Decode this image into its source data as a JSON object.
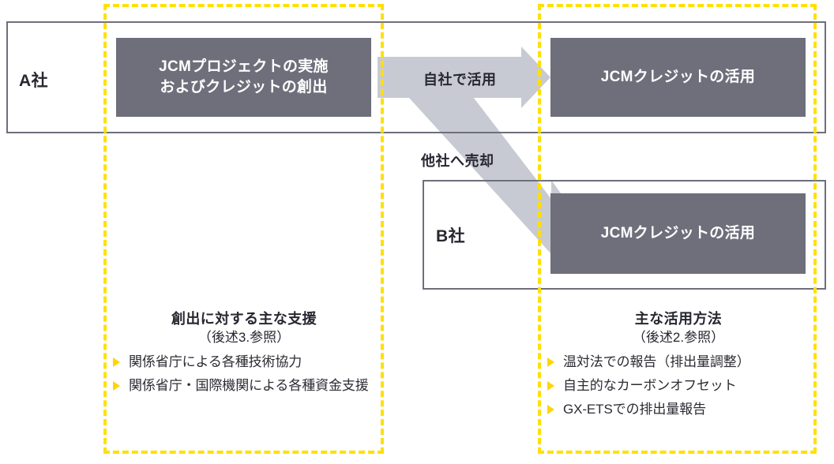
{
  "diagram": {
    "colors": {
      "box_fill": "#6E6F7B",
      "frame_border": "#6E6F7B",
      "dashed_region": "#FFE000",
      "bullet_marker": "#FFD500",
      "arrow_fill": "#C8CAD3",
      "text_dark": "#262730",
      "text_on_box": "#FFFFFF"
    },
    "rows": [
      {
        "id": "company-a",
        "label": "A社",
        "box": {
          "text": "JCMプロジェクトの実施\nおよびクレジットの創出"
        },
        "box_line1": "JCMプロジェクトの実施",
        "box_line2": "およびクレジットの創出",
        "outcome_box": "JCMクレジットの活用"
      },
      {
        "id": "company-b",
        "label": "B社",
        "outcome_box": "JCMクレジットの活用"
      }
    ],
    "arrows": [
      {
        "id": "arrow-self-use",
        "label": "自社で活用",
        "direction": "right"
      },
      {
        "id": "arrow-sell-other",
        "label": "他社へ売却",
        "direction": "down-right"
      }
    ],
    "notes": [
      {
        "id": "note-creation-support",
        "title": "創出に対する主な支援",
        "subtitle": "（後述3.参照）",
        "items": [
          "関係省庁による各種技術協力",
          "関係省庁・国際機関による各種資金支援"
        ]
      },
      {
        "id": "note-utilization-methods",
        "title": "主な活用方法",
        "subtitle": "（後述2.参照）",
        "items": [
          "温対法での報告（排出量調整）",
          "自主的なカーボンオフセット",
          "GX-ETSでの排出量報告"
        ]
      }
    ]
  }
}
